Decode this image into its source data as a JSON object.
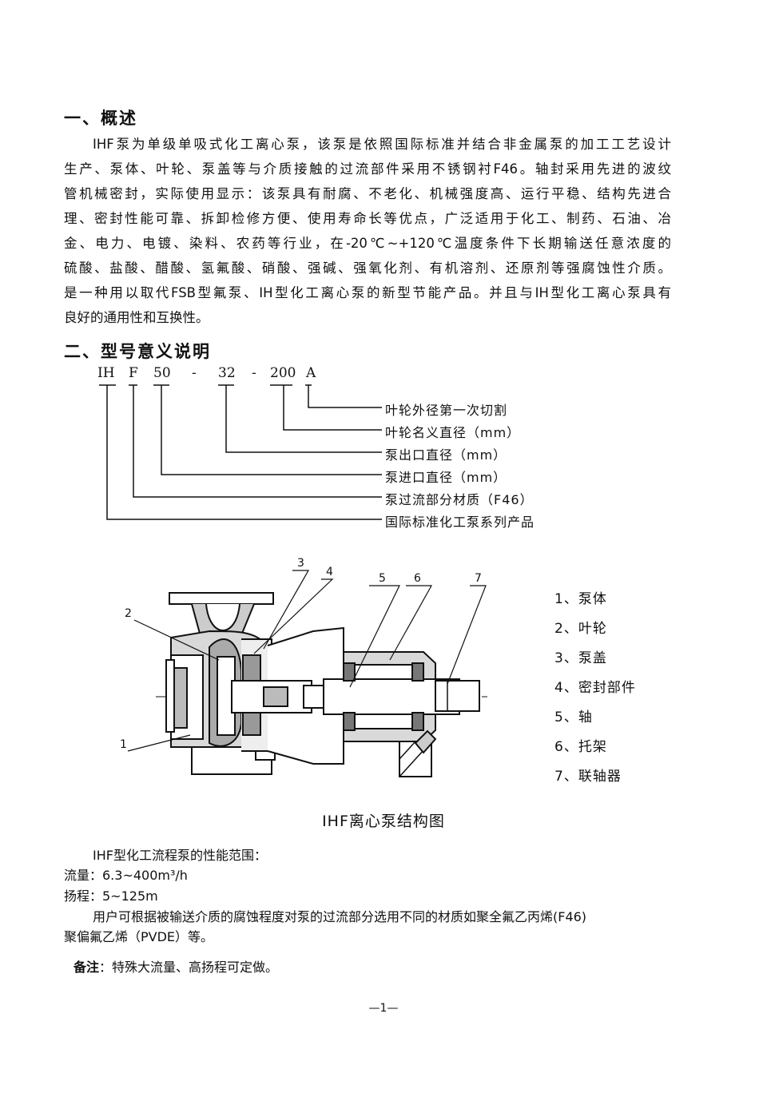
{
  "sections": {
    "overview_title": "一、概述",
    "overview_lines": [
      "IHF泵为单级单吸式化工离心泵，该泵是依照国际标准并结合非金属泵的加工工艺设计",
      "生产、泵体、叶轮、泵盖等与介质接触的过流部件采用不锈钢衬F46。轴封采用先进的波纹",
      "管机械密封，实际使用显示：该泵具有耐腐、不老化、机械强度高、运行平稳、结构先进合",
      "理、密封性能可靠、拆卸检修方便、使用寿命长等优点，广泛适用于化工、制药、石油、冶",
      "金、电力、电镀、染料、农药等行业，在-20℃~+120℃温度条件下长期输送任意浓度的",
      "硫酸、盐酸、醋酸、氢氟酸、硝酸、强碱、强氧化剂、有机溶剂、还原剂等强腐蚀性介质。",
      "是一种用以取代FSB型氟泵、IH型化工离心泵的新型节能产品。并且与IH型化工离心泵具有",
      "良好的通用性和互换性。"
    ],
    "model_title": "二、型号意义说明"
  },
  "model_code": {
    "parts": [
      "IH",
      "F",
      "50",
      "-",
      "32",
      "-",
      "200",
      "A"
    ]
  },
  "model_meanings": [
    "叶轮外径第一次切割",
    "叶轮名义直径（mm）",
    "泵出口直径（mm）",
    "泵进口直径（mm）",
    "泵过流部分材质（F46）",
    "国际标准化工泵系列产品"
  ],
  "diagram": {
    "callouts": [
      "1",
      "2",
      "3",
      "4",
      "5",
      "6",
      "7"
    ],
    "legend": [
      "1、泵体",
      "2、叶轮",
      "3、泵盖",
      "4、密封部件",
      "5、轴",
      "6、托架",
      "7、联轴器"
    ],
    "caption": "IHF离心泵结构图"
  },
  "performance": {
    "title": "IHF型化工流程泵的性能范围：",
    "flow": "流量：6.3~400m³/h",
    "head": "扬程：5~125m",
    "material_line1": "用户可根据被输送介质的腐蚀程度对泵的过流部分选用不同的材质如聚全氟乙丙烯(F46)",
    "material_line2": "聚偏氟乙烯（PVDE）等。"
  },
  "note": {
    "label": "备注",
    "text": "：特殊大流量、高扬程可定做。"
  },
  "page_number": "—1—",
  "colors": {
    "ink": "#111111",
    "paper": "#ffffff",
    "hatch": "#555555"
  }
}
